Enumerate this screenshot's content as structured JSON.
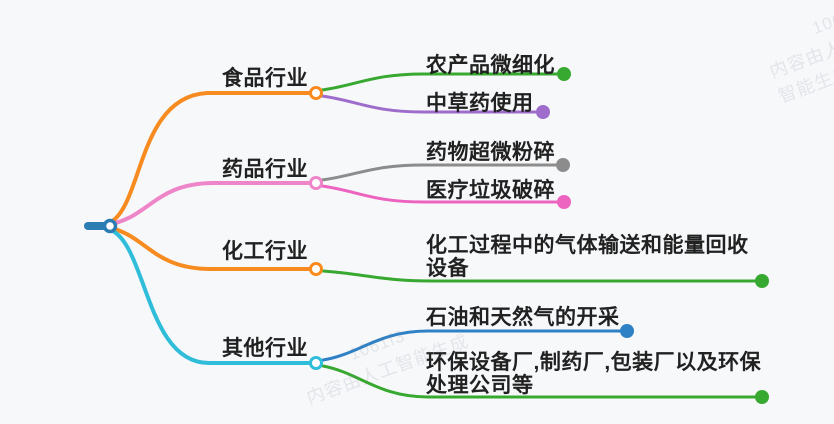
{
  "canvas": {
    "background": "#f7f8fa",
    "text_color": "#212121"
  },
  "watermark": {
    "code": "1061f3",
    "text": "内容由人工智能生成"
  },
  "mindmap": {
    "root": {
      "color": "#2b7cb3"
    },
    "branches": [
      {
        "label": "食品行业",
        "color": "#f78b20",
        "children": [
          {
            "label": "农产品微细化",
            "color": "#38a930"
          },
          {
            "label": "中草药使用",
            "color": "#9e6ccb"
          }
        ]
      },
      {
        "label": "药品行业",
        "color": "#ee85c9",
        "children": [
          {
            "label": "药物超微粉碎",
            "color": "#8c8c8c"
          },
          {
            "label": "医疗垃圾破碎",
            "color": "#ec63c0"
          }
        ]
      },
      {
        "label": "化工行业",
        "color": "#f78b20",
        "children": [
          {
            "label": "化工过程中的气体输送和能量回收\n设备",
            "color": "#38a930"
          }
        ]
      },
      {
        "label": "其他行业",
        "color": "#30bdd9",
        "children": [
          {
            "label": "石油和天然气的开采",
            "color": "#2e81c4"
          },
          {
            "label": "环保设备厂,制药厂,包装厂以及环保\n处理公司等",
            "color": "#38a930"
          }
        ]
      }
    ]
  }
}
